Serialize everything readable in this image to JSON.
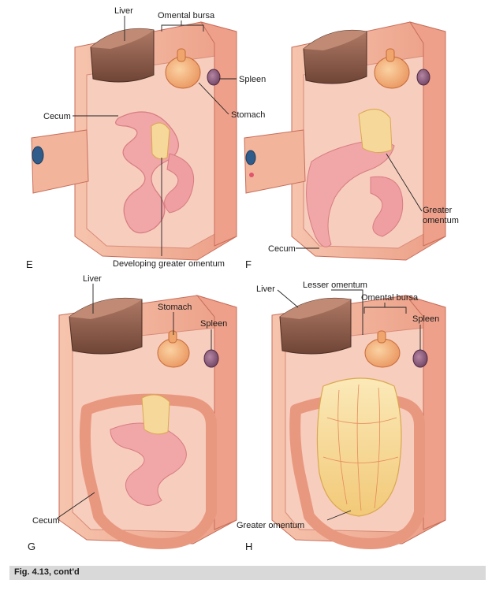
{
  "panels": [
    {
      "letter": "E",
      "labels": {
        "liver": "Liver",
        "omental_bursa": "Omental bursa",
        "spleen": "Spleen",
        "stomach": "Stomach",
        "cecum": "Cecum",
        "developing_greater_omentum": "Developing greater omentum"
      }
    },
    {
      "letter": "F",
      "labels": {
        "greater_omentum": "Greater omentum",
        "cecum": "Cecum"
      }
    },
    {
      "letter": "G",
      "labels": {
        "liver": "Liver",
        "stomach": "Stomach",
        "spleen": "Spleen",
        "cecum": "Cecum"
      }
    },
    {
      "letter": "H",
      "labels": {
        "liver": "Liver",
        "lesser_omentum": "Lesser omentum",
        "omental_bursa": "Omental bursa",
        "spleen": "Spleen",
        "greater_omentum": "Greater omentum"
      }
    }
  ],
  "caption": "Fig. 4.13, cont'd",
  "colors": {
    "body_wall": "#f4b9a0",
    "body_wall_dark": "#e58f78",
    "cavity": "#f7cdbd",
    "liver": "#8a5a4a",
    "liver_top": "#a5705d",
    "stomach": "#f4b07a",
    "spleen": "#8a5a78",
    "intestine": "#f1a6a8",
    "intestine_edge": "#d77d82",
    "omentum": "#f6d99a",
    "colon": "#eea58e"
  }
}
